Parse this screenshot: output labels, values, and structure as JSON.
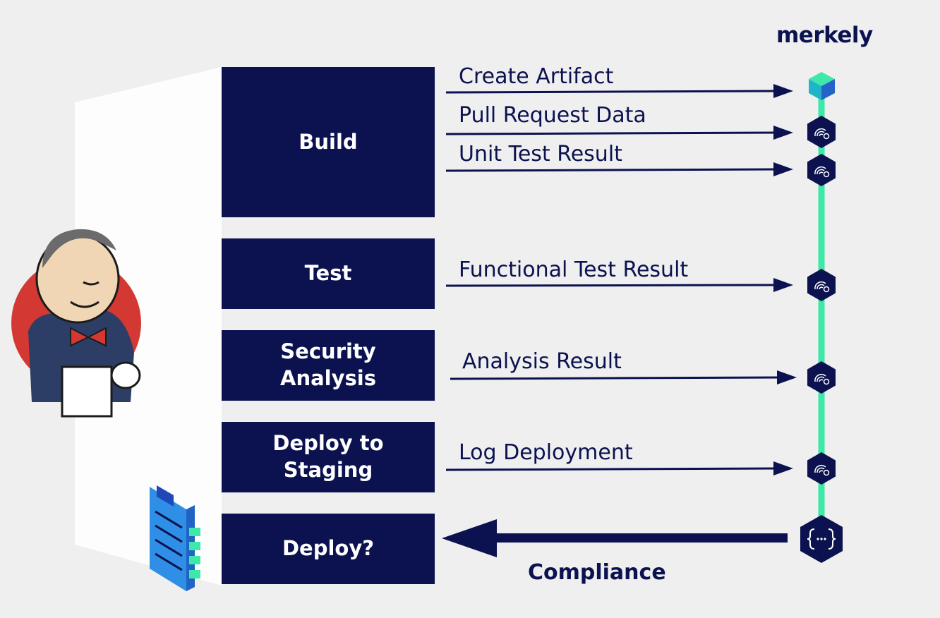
{
  "brand": {
    "logo_text": "merkely"
  },
  "colors": {
    "navy": "#0b124f",
    "accent": "#3ee8a8",
    "jenkins_red": "#d33833",
    "server_face": "#ffffff"
  },
  "stages": [
    {
      "label": "Build"
    },
    {
      "label": "Test"
    },
    {
      "label": "Security\nAnalysis"
    },
    {
      "label": "Deploy to\nStaging"
    },
    {
      "label": "Deploy?"
    }
  ],
  "events": [
    {
      "label": "Create Artifact",
      "icon": "cube-icon"
    },
    {
      "label": "Pull Request Data",
      "icon": "fingerprint-hex-icon"
    },
    {
      "label": "Unit Test Result",
      "icon": "fingerprint-hex-icon"
    },
    {
      "label": "Functional Test Result",
      "icon": "fingerprint-hex-icon"
    },
    {
      "label": "Analysis Result",
      "icon": "fingerprint-hex-icon"
    },
    {
      "label": "Log Deployment",
      "icon": "fingerprint-hex-icon"
    }
  ],
  "gate": {
    "label": "Compliance",
    "icon": "policy-braces-icon"
  },
  "decorations": [
    "jenkins-butler-icon",
    "clipboard-checklist-icon",
    "server-panel"
  ]
}
